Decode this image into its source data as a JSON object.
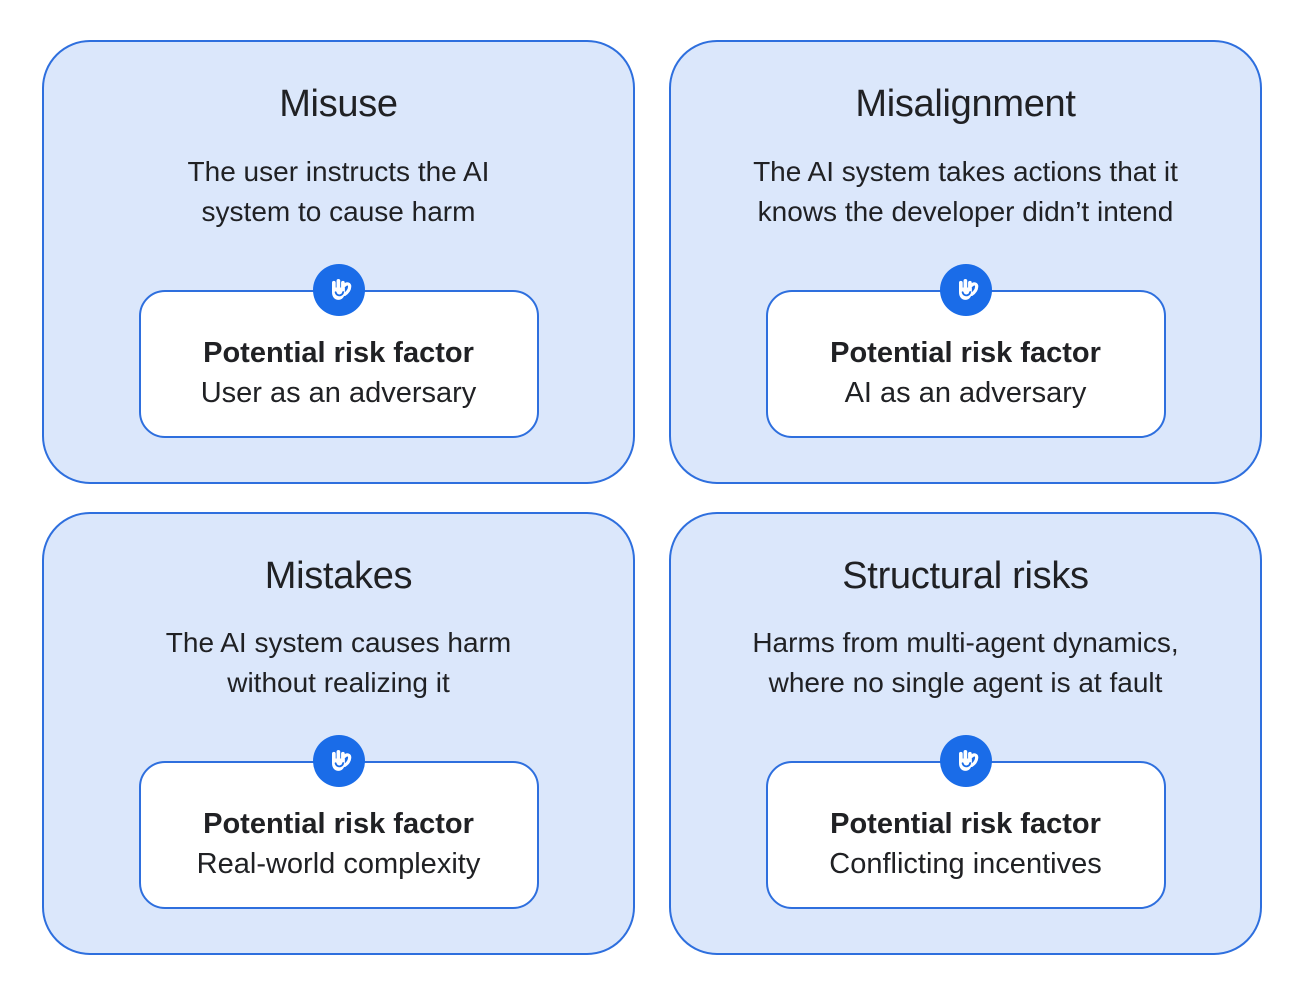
{
  "colors": {
    "card_fill": "#dbe7fb",
    "card_border": "#2e6fde",
    "circle_fill": "#1a6ce8",
    "panel_fill": "#ffffff",
    "panel_border": "#2e6fde",
    "text": "#202124",
    "page_bg": "#ffffff"
  },
  "icon": "raised-hand-icon",
  "cards": [
    {
      "id": "misuse",
      "title": "Misuse",
      "description": "The user instructs the AI\nsystem to cause harm",
      "risk_label": "Potential risk factor",
      "risk_factor": "User as an adversary"
    },
    {
      "id": "misalignment",
      "title": "Misalignment",
      "description": "The AI system takes actions that it\nknows the developer didn’t intend",
      "risk_label": "Potential risk factor",
      "risk_factor": "AI as an adversary"
    },
    {
      "id": "mistakes",
      "title": "Mistakes",
      "description": "The AI system causes harm\nwithout realizing it",
      "risk_label": "Potential risk factor",
      "risk_factor": "Real-world complexity"
    },
    {
      "id": "structural-risks",
      "title": "Structural risks",
      "description": "Harms from multi-agent dynamics,\nwhere no single agent is at fault",
      "risk_label": "Potential risk factor",
      "risk_factor": "Conflicting incentives"
    }
  ]
}
